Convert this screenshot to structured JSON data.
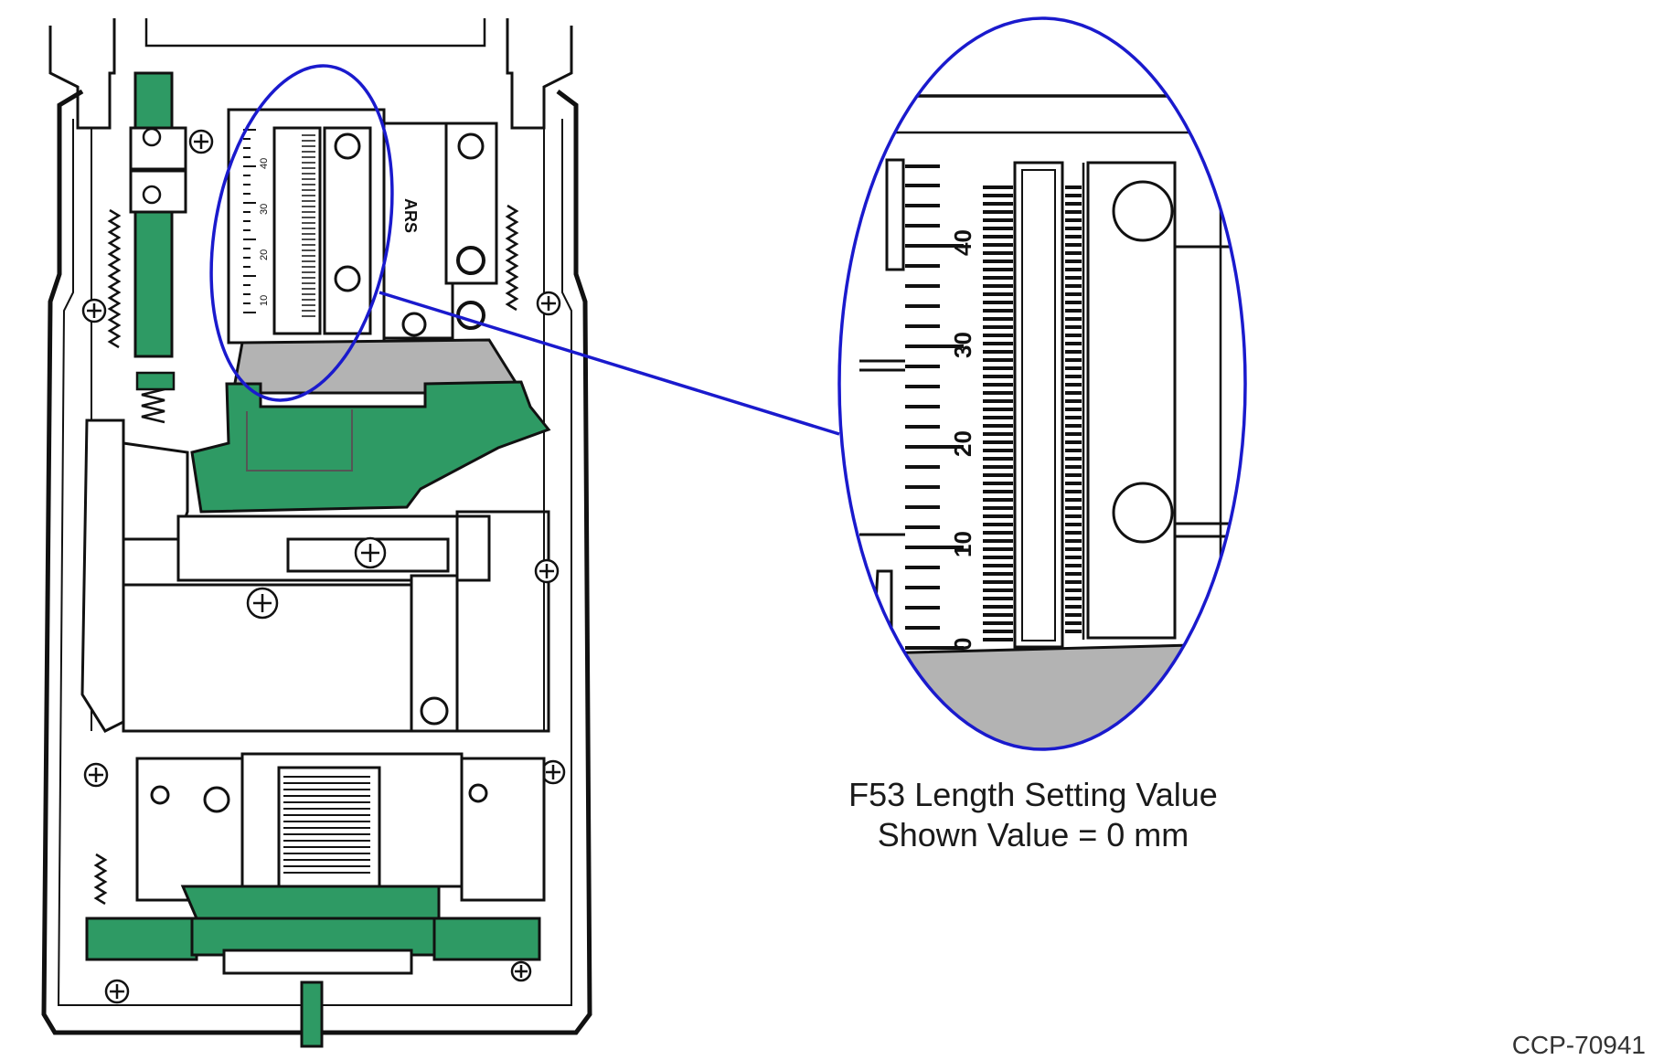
{
  "diagram": {
    "part_label": "ARS",
    "scale_ticks": [
      "40",
      "30",
      "20",
      "10"
    ],
    "zoom_scale_ticks": [
      "40",
      "30",
      "20",
      "10",
      "0"
    ],
    "caption_line1": "F53 Length Setting Value",
    "caption_line2": "Shown Value = 0 mm",
    "document_id": "CCP-70941",
    "colors": {
      "green": "#2e9a64",
      "gray": "#b3b3b3",
      "highlight": "#1a1acd",
      "outline": "#111111"
    }
  }
}
